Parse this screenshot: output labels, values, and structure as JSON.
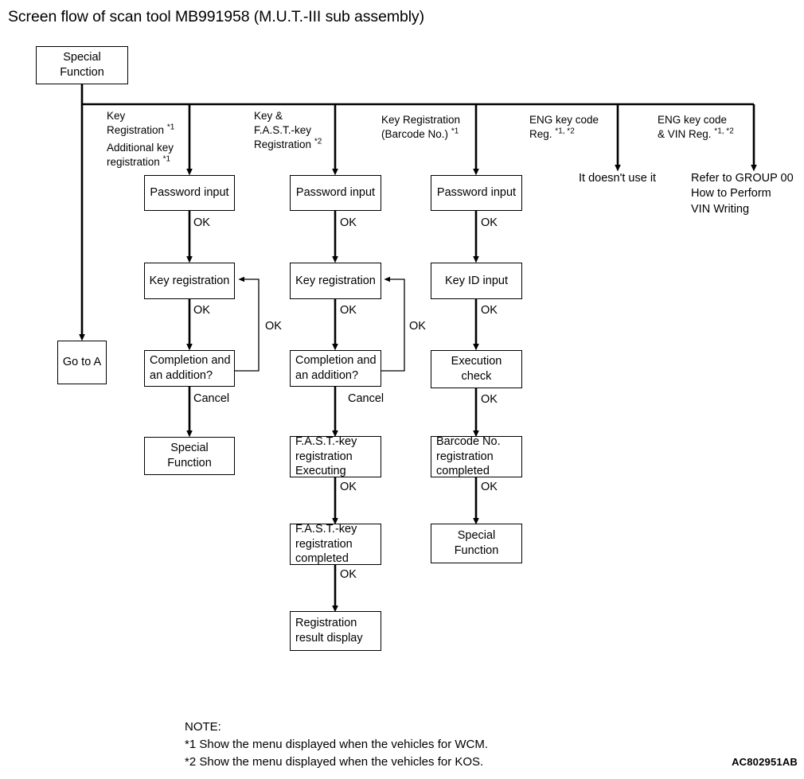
{
  "figure": {
    "title": "Screen flow of scan tool MB991958 (M.U.T.-III sub assembly)",
    "reference_code": "AC802951AB"
  },
  "root": {
    "label": "Special\nFunction",
    "line1": "Special",
    "line2": "Function"
  },
  "go_to_a": {
    "label": "Go to A"
  },
  "branches": [
    {
      "id": "key-registration",
      "label_line1": "Key",
      "label_line2": "Registration",
      "label_line2_sup": "*1",
      "label_line3": "Additional key",
      "label_line4": "registration",
      "label_line4_sup": "*1"
    },
    {
      "id": "key-and-fast-key-registration",
      "label_line1": "Key &",
      "label_line2": "F.A.S.T.-key",
      "label_line3": "Registration",
      "label_line3_sup": "*2"
    },
    {
      "id": "key-registration-barcode",
      "label_line1": "Key Registration",
      "label_line2": "(Barcode No.)",
      "label_line2_sup": "*1"
    },
    {
      "id": "eng-key-code-reg",
      "label_line1": "ENG key code",
      "label_line2": "Reg.",
      "label_line2_sup": "*1, *2",
      "outcome": "It doesn't use it"
    },
    {
      "id": "eng-key-code-vin-reg",
      "label_line1": "ENG key code",
      "label_line2": "& VIN Reg.",
      "label_line2_sup": "*1, *2",
      "outcome_line1": "Refer to GROUP 00",
      "outcome_line2": "How to Perform",
      "outcome_line3": "VIN Writing"
    }
  ],
  "columns": [
    {
      "id": "column-key-registration",
      "nodes": [
        {
          "id": "password-input-1",
          "text": "Password input"
        },
        {
          "id": "key-registration-1",
          "text": "Key registration"
        },
        {
          "id": "completion-and-addition-1",
          "line1": "Completion and",
          "line2": "an addition?"
        },
        {
          "id": "special-function-1",
          "line1": "Special",
          "line2": "Function"
        }
      ],
      "edge_labels": [
        "OK",
        "OK",
        "Cancel"
      ],
      "loop_label": "OK"
    },
    {
      "id": "column-key-and-fast-key",
      "nodes": [
        {
          "id": "password-input-2",
          "text": "Password input"
        },
        {
          "id": "key-registration-2",
          "text": "Key registration"
        },
        {
          "id": "completion-and-addition-2",
          "line1": "Completion and",
          "line2": "an addition?"
        },
        {
          "id": "fast-key-registration-executing",
          "line1": "F.A.S.T.-key",
          "line2": "registration",
          "line3": "Executing"
        },
        {
          "id": "fast-key-registration-completed",
          "line1": "F.A.S.T.-key",
          "line2": "registration",
          "line3": "completed"
        },
        {
          "id": "registration-result-display",
          "line1": "Registration",
          "line2": "result display"
        }
      ],
      "edge_labels": [
        "OK",
        "OK",
        "Cancel",
        "OK",
        "OK"
      ],
      "loop_label": "OK"
    },
    {
      "id": "column-barcode-registration",
      "nodes": [
        {
          "id": "password-input-3",
          "text": "Password input"
        },
        {
          "id": "key-id-input",
          "text": "Key ID input"
        },
        {
          "id": "execution-check",
          "line1": "Execution",
          "line2": "check"
        },
        {
          "id": "barcode-no-registration-completed",
          "line1": "Barcode No.",
          "line2": "registration",
          "line3": "completed"
        },
        {
          "id": "special-function-3",
          "line1": "Special",
          "line2": "Function"
        }
      ],
      "edge_labels": [
        "OK",
        "OK",
        "OK",
        "OK"
      ]
    }
  ],
  "note": {
    "heading": "NOTE:",
    "line1": "*1 Show the menu displayed when the vehicles for WCM.",
    "line2": "*2 Show the menu displayed when the vehicles for KOS."
  }
}
